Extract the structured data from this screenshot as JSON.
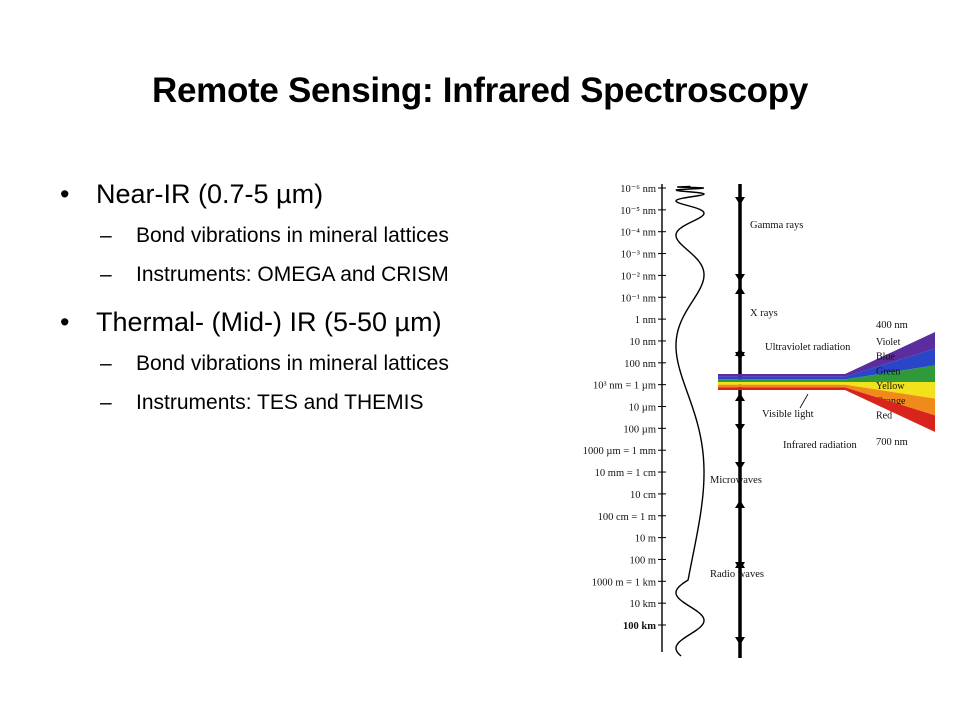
{
  "title": "Remote Sensing: Infrared Spectroscopy",
  "bullets": [
    {
      "text": "Near-IR (0.7-5 µm)",
      "subs": [
        "Bond vibrations in mineral lattices",
        "Instruments: OMEGA and CRISM"
      ]
    },
    {
      "text": "Thermal- (Mid-) IR (5-50 µm)",
      "subs": [
        "Bond vibrations in mineral lattices",
        "Instruments: TES and THEMIS"
      ]
    }
  ],
  "spectrum": {
    "scale_labels": [
      "10⁻⁶ nm",
      "10⁻⁵ nm",
      "10⁻⁴ nm",
      "10⁻³ nm",
      "10⁻² nm",
      "10⁻¹ nm",
      "1 nm",
      "10 nm",
      "100 nm",
      "10³ nm = 1 µm",
      "10 µm",
      "100 µm",
      "1000 µm = 1 mm",
      "10 mm = 1 cm",
      "10 cm",
      "100 cm = 1 m",
      "10 m",
      "100 m",
      "1000 m = 1 km",
      "10 km",
      "100 km"
    ],
    "regions": [
      "Gamma rays",
      "X rays",
      "Ultraviolet radiation",
      "Visible light",
      "Infrared radiation",
      "Microwaves",
      "Radio waves"
    ],
    "visible_top_label": "400 nm",
    "visible_bottom_label": "700 nm",
    "colors": [
      {
        "name": "Violet",
        "hex": "#5b2d9e"
      },
      {
        "name": "Blue",
        "hex": "#2a45c8"
      },
      {
        "name": "Green",
        "hex": "#2e9a3a"
      },
      {
        "name": "Yellow",
        "hex": "#f2e21c"
      },
      {
        "name": "Orange",
        "hex": "#f08a1a"
      },
      {
        "name": "Red",
        "hex": "#d8241c"
      }
    ]
  }
}
